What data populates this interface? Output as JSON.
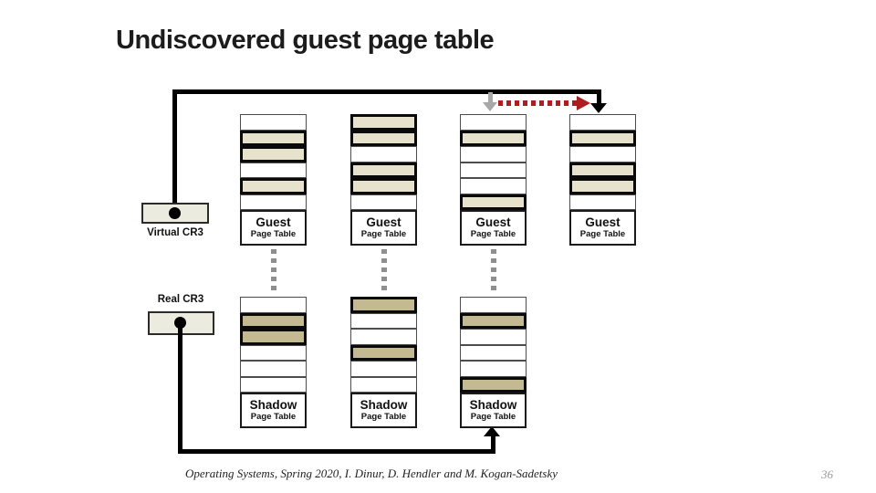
{
  "slide": {
    "title": "Undiscovered guest page table",
    "footer_credit": "Operating Systems, Spring 2020, I. Dinur, D. Hendler and M. Kogan-Sadetsky",
    "page_number": "36"
  },
  "labels": {
    "virtual_cr3": "Virtual CR3",
    "real_cr3": "Real CR3",
    "guest_table_title": "Guest",
    "guest_table_subtitle": "Page Table",
    "shadow_table_title": "Shadow",
    "shadow_table_subtitle": "Page Table"
  },
  "colors": {
    "guest_row_fill": "#e6e2cb",
    "shadow_row_fill": "#c4ba92",
    "cr3_box_fill": "#ecebdf",
    "arrow_red": "#b01d20",
    "arrow_gray": "#a8a8a8",
    "dash_gray": "#8f8f8f",
    "line_black": "#000000"
  },
  "guest_tables": [
    {
      "id": "guest-table-1",
      "rows": [
        "empty",
        "filled",
        "filled",
        "empty",
        "filled",
        "empty"
      ]
    },
    {
      "id": "guest-table-2",
      "rows": [
        "filled",
        "filled",
        "empty",
        "filled",
        "filled",
        "empty"
      ]
    },
    {
      "id": "guest-table-3",
      "rows": [
        "empty",
        "filled",
        "empty",
        "empty",
        "empty",
        "filled"
      ]
    },
    {
      "id": "guest-table-4",
      "rows": [
        "empty",
        "filled",
        "empty",
        "filled",
        "filled",
        "empty"
      ]
    }
  ],
  "shadow_tables": [
    {
      "id": "shadow-table-1",
      "rows": [
        "empty",
        "filled",
        "filled",
        "empty",
        "empty",
        "empty"
      ]
    },
    {
      "id": "shadow-table-2",
      "rows": [
        "filled",
        "empty",
        "empty",
        "filled",
        "empty",
        "empty"
      ]
    },
    {
      "id": "shadow-table-3",
      "rows": [
        "empty",
        "filled",
        "empty",
        "empty",
        "empty",
        "filled"
      ]
    }
  ]
}
